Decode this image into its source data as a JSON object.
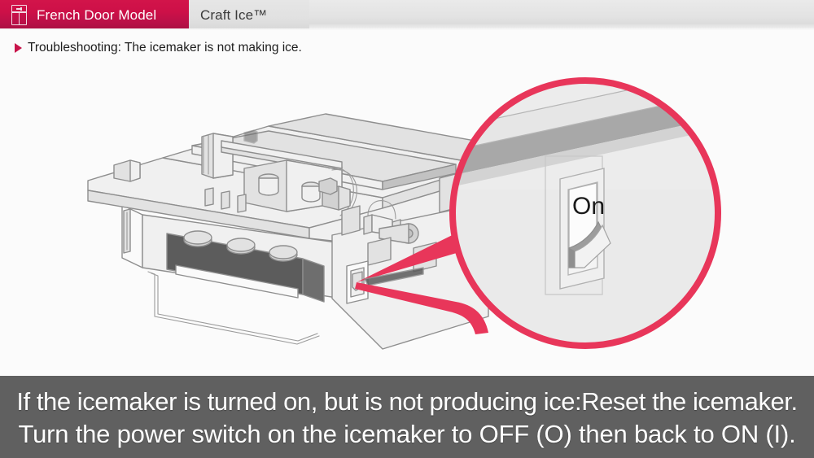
{
  "header": {
    "tabs": [
      {
        "id": "french-door-model",
        "label": "French Door Model",
        "icon": "french-door-fridge-icon",
        "active": true,
        "bg_color": "#C81048",
        "text_color": "#FFFFFF"
      },
      {
        "id": "craft-ice",
        "label": "Craft Ice™",
        "active": false,
        "bg_color": "#E1E1E1",
        "text_color": "#3B3B3B"
      }
    ]
  },
  "troubleshooting": {
    "bullet_icon": "triangle-right-icon",
    "bullet_color": "#C8134A",
    "text": "Troubleshooting: The icemaker is not making ice."
  },
  "illustration": {
    "alt_name": "icemaker-assembly-diagram",
    "switch_label": "On",
    "callout": {
      "type": "magnifier-circle",
      "border_color": "#E8365A",
      "connector_color": "#E8365A",
      "target_name": "power-switch"
    },
    "palette": {
      "line": "#8C8C8C",
      "light_fill": "#EDEDED",
      "mid_fill": "#D8D8D8",
      "dark_fill": "#595959",
      "background": "#FBFBFB"
    }
  },
  "caption": {
    "background_color": "#606060",
    "text_color": "#FFFFFF",
    "lines": [
      "If the icemaker is turned on, but is not producing ice:Reset the icemaker.",
      "Turn the power switch on the icemaker to OFF (O) then back to ON (I)."
    ]
  }
}
